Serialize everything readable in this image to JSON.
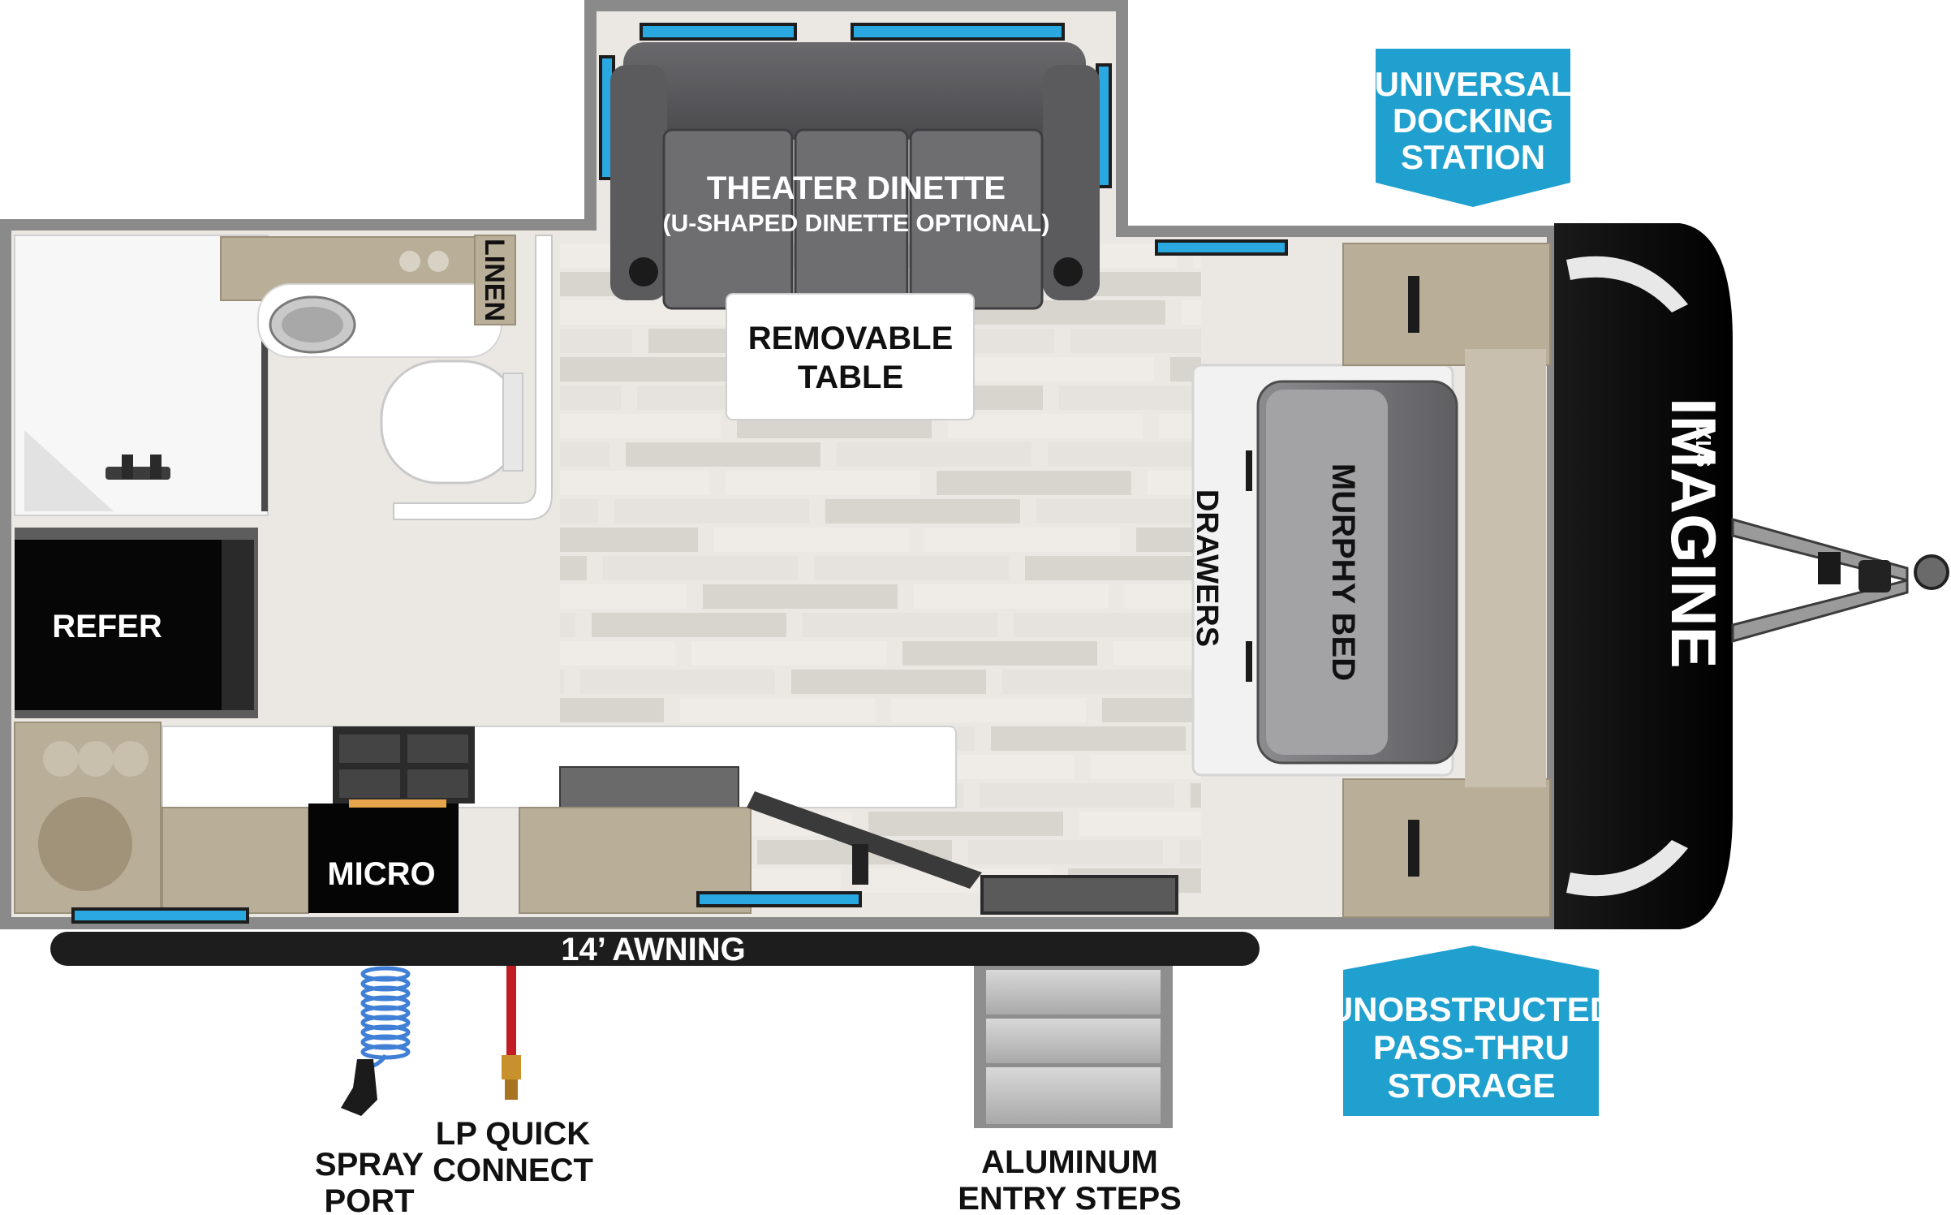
{
  "colors": {
    "callout": "#1fa0cf",
    "floor_light": "#e9e6e1",
    "floor_dark": "#d4d0ca",
    "wall": "#8a8a8a",
    "cabinet": "#b9ae98",
    "sofa": "#555457",
    "accent_blue": "#2aa8e0",
    "front_cap": "#0b0b0b"
  },
  "labels": {
    "theater_dinette": "THEATER DINETTE",
    "theater_dinette_sub": "(U-SHAPED DINETTE OPTIONAL)",
    "removable_table_1": "REMOVABLE",
    "removable_table_2": "TABLE",
    "linen": "LINEN",
    "refer": "REFER",
    "micro": "MICRO",
    "awning": "14’ AWNING",
    "drawers": "DRAWERS",
    "murphy_bed": "MURPHY BED",
    "spray_port_1": "SPRAY",
    "spray_port_2": "PORT",
    "lp_quick_connect_1": "LP QUICK",
    "lp_quick_connect_2": "CONNECT",
    "entry_steps_1": "ALUMINUM",
    "entry_steps_2": "ENTRY STEPS",
    "brand": "IMAGINE",
    "brand_sub": "XLS"
  },
  "callouts": {
    "docking_station": [
      "UNIVERSAL",
      "DOCKING",
      "STATION"
    ],
    "pass_thru_storage": [
      "UNOBSTRUCTED",
      "PASS-THRU",
      "STORAGE"
    ]
  },
  "icons": [
    "stove-icon",
    "sink-icon",
    "toilet-icon",
    "faucet-icon",
    "spray-hose-icon",
    "lp-hose-icon",
    "hitch-icon"
  ]
}
